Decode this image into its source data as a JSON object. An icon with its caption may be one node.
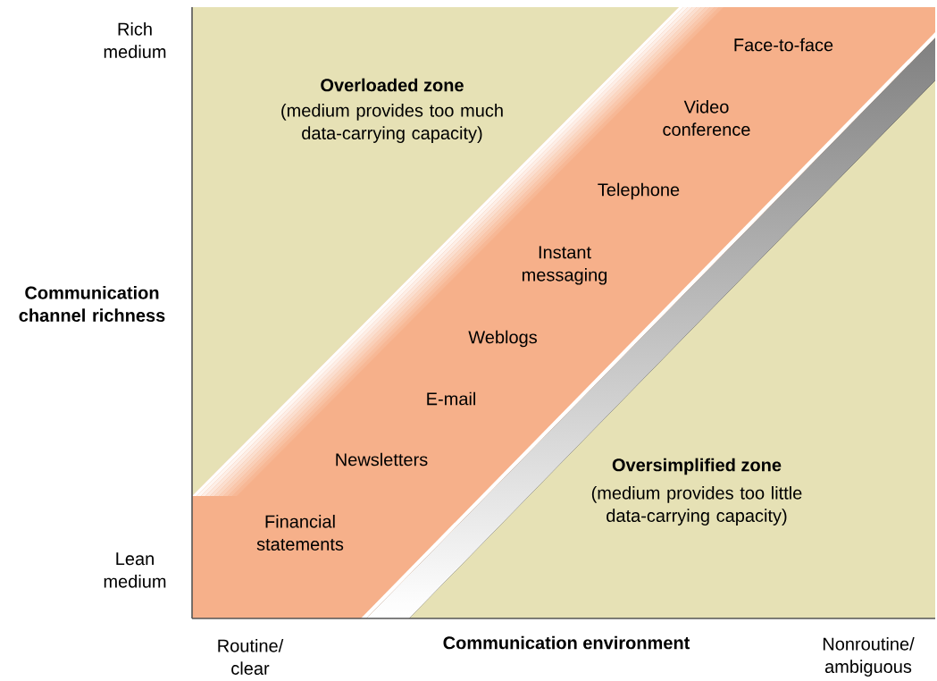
{
  "diagram": {
    "labels": [
      "Rich medium",
      "Face-to-face",
      "Overloaded zone",
      "(medium provides too much data-carrying capacity)",
      "Video conference",
      "Telephone",
      "Communication channel richness",
      "Instant messaging",
      "Weblogs",
      "E-mail",
      "Newsletters",
      "Oversimplified zone",
      "(medium provides too little data-carrying capacity)",
      "Financial statements",
      "Lean medium",
      "Routine/ clear",
      "Communication environment",
      "Nonroutine/ ambiguous"
    ]
  }
}
